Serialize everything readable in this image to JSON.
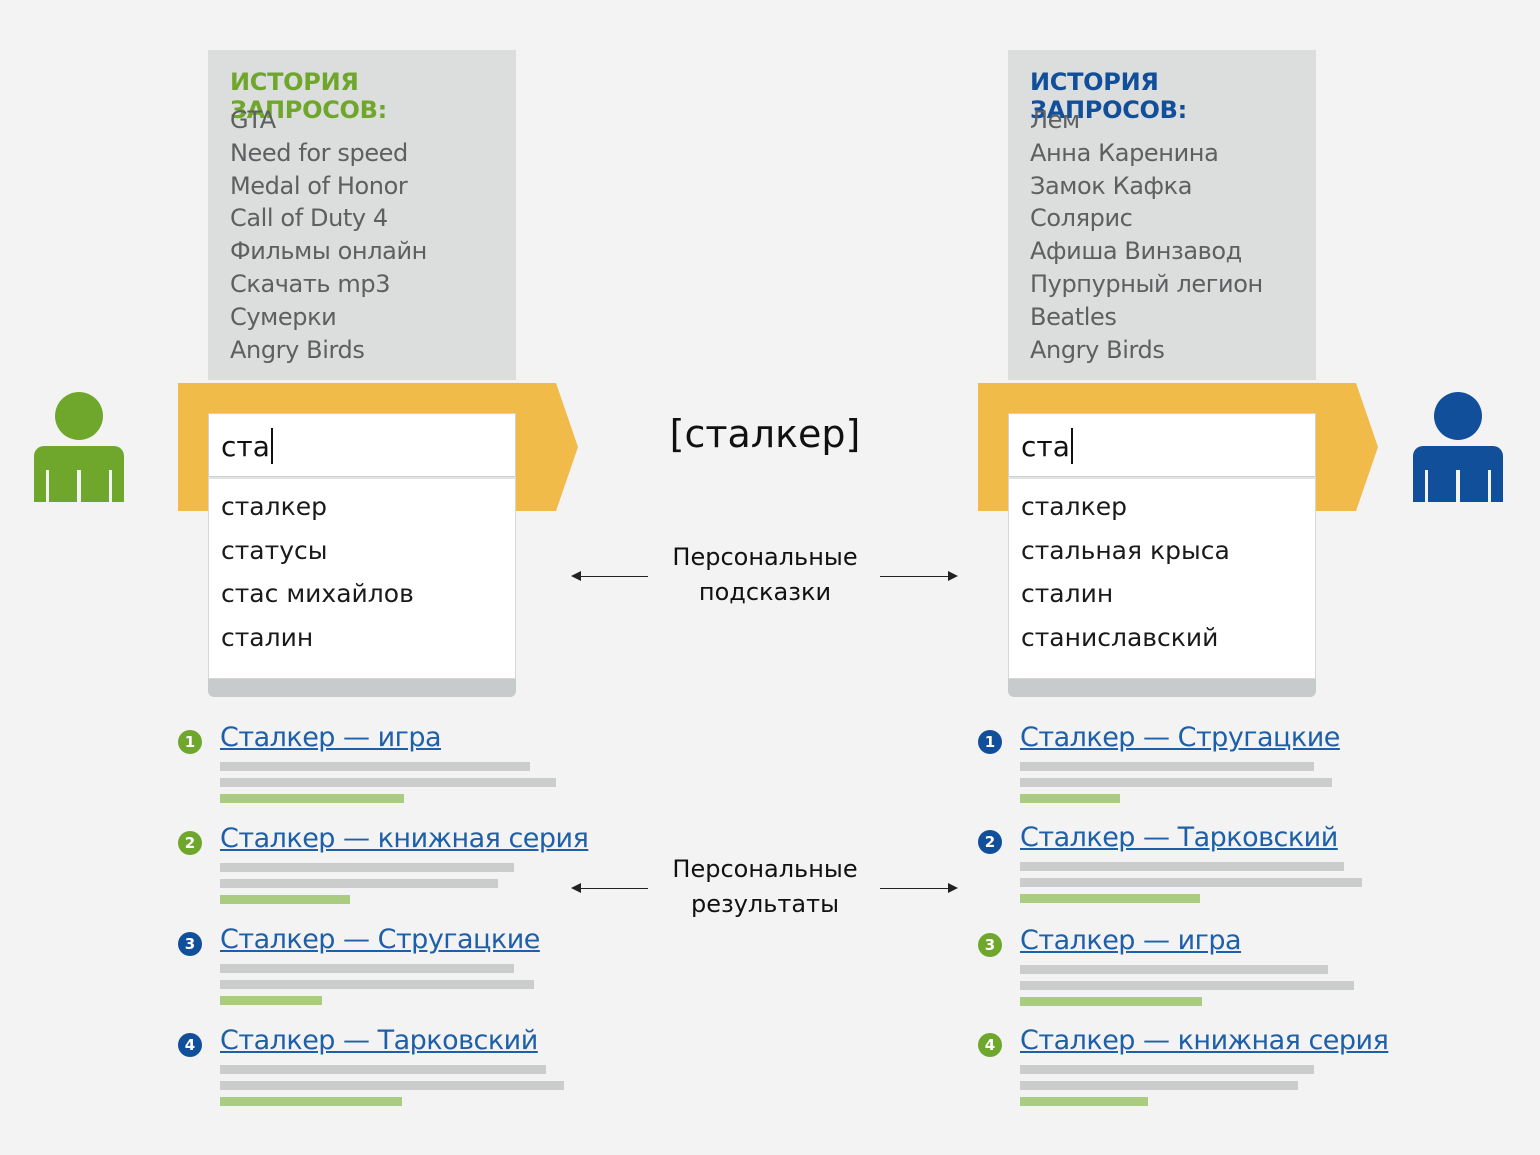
{
  "colors": {
    "green": "#6fa72c",
    "blue": "#124f9b",
    "yellow": "#f0bb48",
    "link": "#1d5fa8"
  },
  "left": {
    "history_title": "ИСТОРИЯ ЗАПРОСОВ:",
    "history": [
      "GTA",
      "Need for speed",
      "Medal of Honor",
      "Call of Duty 4",
      "Фильмы онлайн",
      "Скачать mp3",
      "Сумерки",
      "Angry Birds"
    ],
    "query": "ста",
    "suggestions": [
      "сталкер",
      "статусы",
      "стас михайлов",
      "сталин"
    ],
    "results": [
      {
        "num": "1",
        "title": "Сталкер —  игра",
        "badge": "green"
      },
      {
        "num": "2",
        "title": "Сталкер — книжная серия",
        "badge": "green"
      },
      {
        "num": "3",
        "title": "Сталкер — Стругацкие",
        "badge": "blue"
      },
      {
        "num": "4",
        "title": "Сталкер — Тарковский",
        "badge": "blue"
      }
    ]
  },
  "right": {
    "history_title": "ИСТОРИЯ ЗАПРОСОВ:",
    "history": [
      "Лем",
      "Анна Каренина",
      "Замок Кафка",
      "Солярис",
      "Афиша Винзавод",
      "Пурпурный легион",
      "Beatles",
      "Angry Birds"
    ],
    "query": "ста",
    "suggestions": [
      "сталкер",
      "стальная крыса",
      "сталин",
      "станиславский"
    ],
    "results": [
      {
        "num": "1",
        "title": "Сталкер — Стругацкие",
        "badge": "blue"
      },
      {
        "num": "2",
        "title": "Сталкер — Тарковский",
        "badge": "blue"
      },
      {
        "num": "3",
        "title": "Сталкер —  игра",
        "badge": "green"
      },
      {
        "num": "4",
        "title": "Сталкер — книжная серия",
        "badge": "green"
      }
    ]
  },
  "center": {
    "query": "[сталкер]",
    "suggestions_label_1": "Персональные",
    "suggestions_label_2": "подсказки",
    "results_label_1": "Персональные",
    "results_label_2": "результаты"
  }
}
